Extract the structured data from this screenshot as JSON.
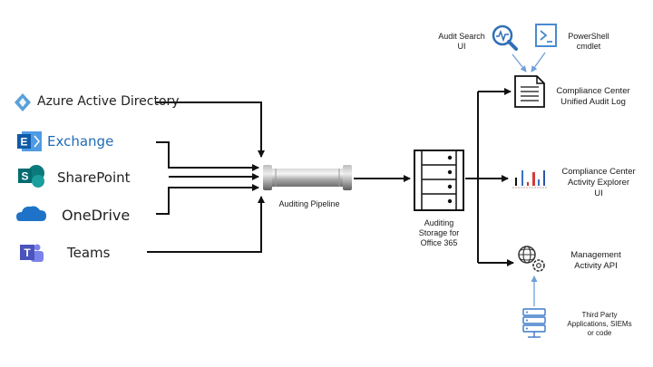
{
  "sources": {
    "azure": "Azure Active Directory",
    "exchange": "Exchange",
    "sharepoint": "SharePoint",
    "onedrive": "OneDrive",
    "teams": "Teams"
  },
  "pipeline": {
    "label": "Auditing Pipeline"
  },
  "storage": {
    "line1": "Auditing",
    "line2": "Storage for",
    "line3": "Office 365"
  },
  "audit_search": {
    "line1": "Audit Search",
    "line2": "UI"
  },
  "powershell": {
    "line1": "PowerShell",
    "line2": "cmdlet"
  },
  "unified_log": {
    "line1": "Compliance Center",
    "line2": "Unified Audit Log"
  },
  "activity_explorer": {
    "line1": "Compliance Center",
    "line2": "Activity Explorer",
    "line3": "UI"
  },
  "management_api": {
    "line1": "Management",
    "line2": "Activity API"
  },
  "third_party": {
    "line1": "Third Party",
    "line2": "Applications, SIEMs",
    "line3": "or code"
  },
  "colors": {
    "arrow": "#111111",
    "azure": "#5aa0d8",
    "exchange": "#1f6bb5",
    "sharepoint": "#0b7a7a",
    "onedrive": "#1e73c8",
    "teams": "#5059c9",
    "accent_blue": "#6f9fd8"
  }
}
